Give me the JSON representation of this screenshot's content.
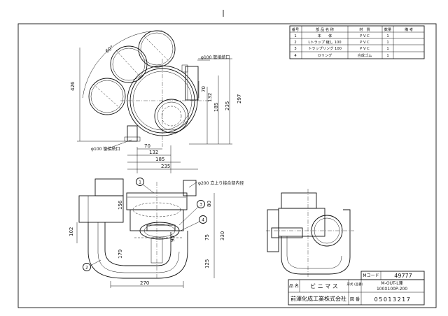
{
  "parts_table": {
    "headers": [
      "番号",
      "部 品 名 称",
      "材　質",
      "数量",
      "備 考"
    ],
    "rows": [
      {
        "no": "1",
        "name": "本　　体",
        "material": "P V C",
        "qty": "1",
        "note": ""
      },
      {
        "no": "2",
        "name": "Lトラップ 継し 100",
        "material": "P V C",
        "qty": "1",
        "note": ""
      },
      {
        "no": "3",
        "name": "トラップリング 100",
        "material": "P V C",
        "qty": "1",
        "note": ""
      },
      {
        "no": "4",
        "name": "Ｏリング",
        "material": "合成ゴム",
        "qty": "1",
        "note": ""
      }
    ]
  },
  "top_view": {
    "angle_label": "60°",
    "label_inlet": "φ100 管接続口",
    "label_outlet": "φ100 管接続口",
    "dims": {
      "d426": "426",
      "d297": "297",
      "d235v": "235",
      "d185v": "185",
      "d132v": "132",
      "d70v": "70",
      "d70h": "70",
      "d132h": "132",
      "d185h": "185",
      "d235h": "235"
    }
  },
  "front_view": {
    "label_top": "φ200 立上り接合部内径",
    "balloons": [
      "1",
      "2",
      "3",
      "4"
    ],
    "dims": {
      "d156": "156",
      "d80": "80",
      "d102": "102",
      "d90": "90",
      "d75": "75",
      "d330": "330",
      "d179": "179",
      "d125": "125",
      "d270": "270"
    }
  },
  "title_block": {
    "mcode_label": "Mコード",
    "mcode_value": "49777",
    "name_label": "品 名",
    "name_value": "ビ ニ マ ス",
    "model_label": "形式 (品番)",
    "model_line1": "M-OUT-L兼",
    "model_line2": "100X100P-200",
    "company": "前澤化成工業株式会社",
    "drawing_no_label": "図 番",
    "drawing_no": "05013217"
  }
}
